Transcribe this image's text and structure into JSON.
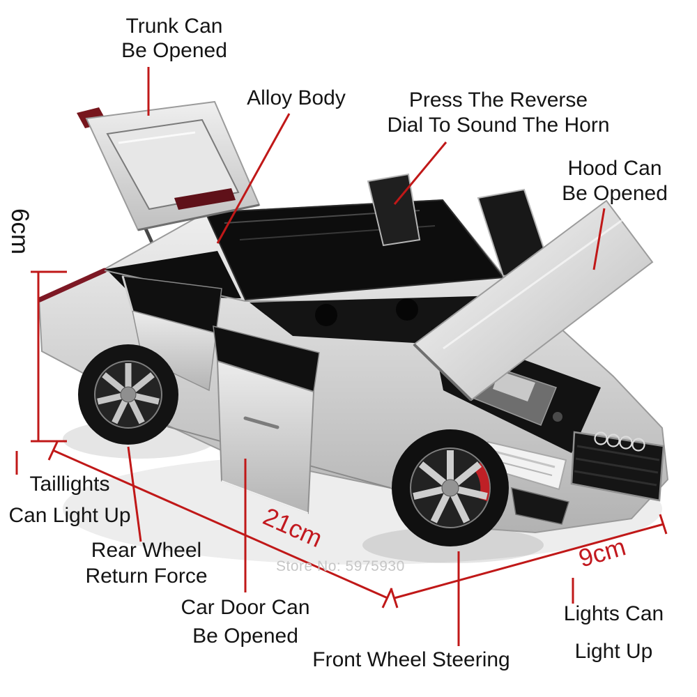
{
  "labels": {
    "trunk": "Trunk Can\nBe Opened",
    "alloy_body": "Alloy Body",
    "horn": "Press The Reverse\nDial To Sound The Horn",
    "hood": "Hood Can\nBe Opened",
    "taillights": "Taillights\nCan Light Up",
    "rear_wheel": "Rear Wheel\nReturn Force",
    "car_door": "Car Door Can\nBe Opened",
    "front_wheel": "Front Wheel Steering",
    "lights": "Lights Can\nLight Up"
  },
  "dimensions": {
    "height": "6cm",
    "length": "21cm",
    "width": "9cm"
  },
  "watermark": "Store No: 5975930",
  "colors": {
    "annotation_line": "#c01818",
    "dimension_text_red": "#c2191f",
    "label_text": "#141414",
    "watermark": "#c6c6c6",
    "car_silver": "#d6d6d6",
    "glass_black": "#0f0f0f",
    "brake_caliper_red": "#bf2026",
    "taillight_red": "#6b1220"
  }
}
